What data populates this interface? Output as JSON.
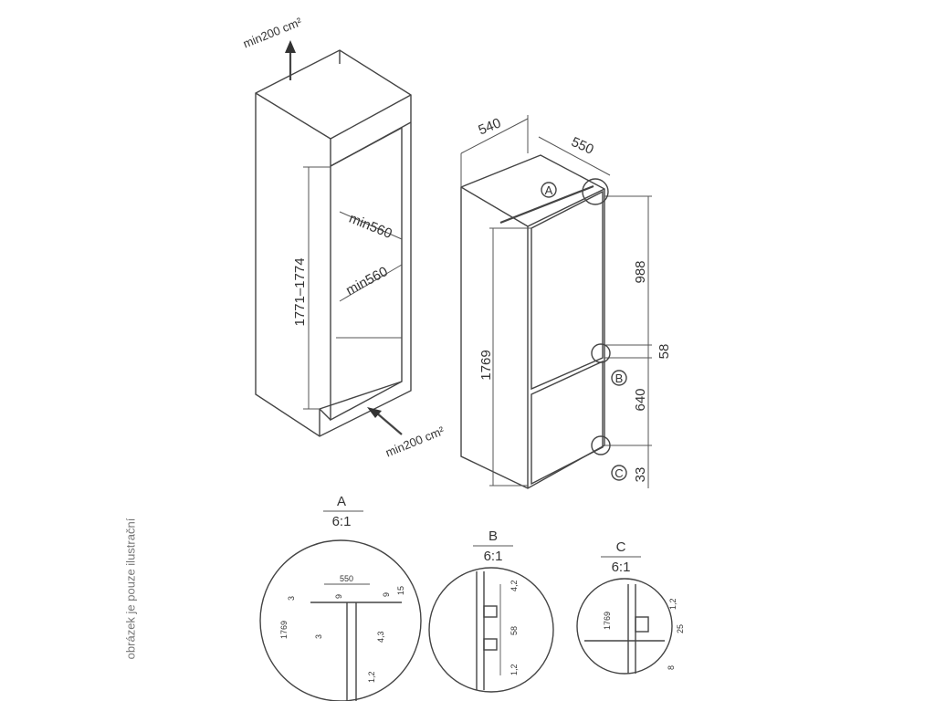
{
  "cabinet": {
    "ventilation_top": "min200 cm²",
    "ventilation_bottom": "min200 cm²",
    "niche_height": "1771–1774",
    "niche_width": "min560",
    "niche_depth": "min560"
  },
  "appliance": {
    "width": "540",
    "depth": "550",
    "height": "1769",
    "upper_door": "988",
    "gap": "58",
    "lower_door": "640",
    "bottom_offset": "33",
    "callout_a": "A",
    "callout_b": "B",
    "callout_c": "C"
  },
  "details": {
    "a": {
      "title": "A",
      "scale": "6:1",
      "dims": [
        "550",
        "3",
        "9",
        "9",
        "15",
        "1769",
        "3",
        "4,3",
        "1,2"
      ]
    },
    "b": {
      "title": "B",
      "scale": "6:1",
      "dims": [
        "4,2",
        "58",
        "1,2"
      ]
    },
    "c": {
      "title": "C",
      "scale": "6:1",
      "dims": [
        "1,2",
        "1769",
        "25",
        "8"
      ]
    }
  },
  "note": "obrázek je pouze ilustrační"
}
